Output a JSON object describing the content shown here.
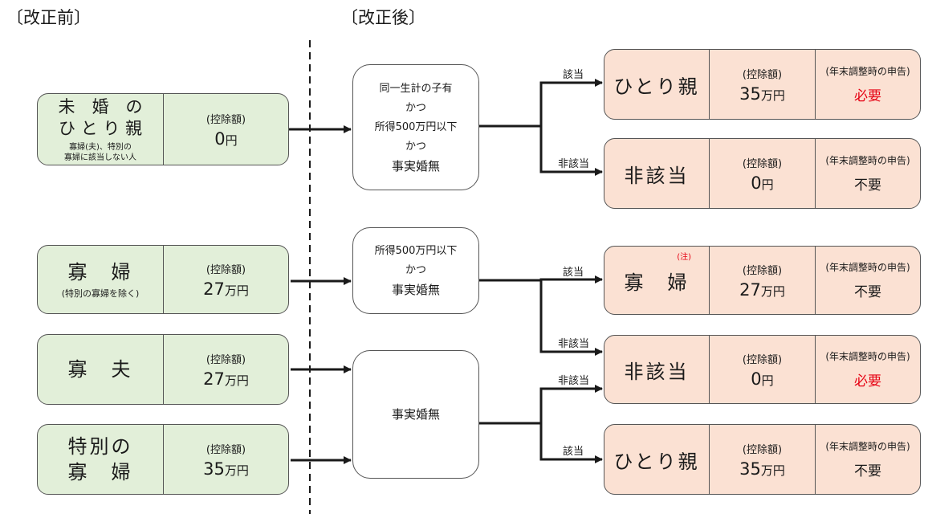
{
  "headers": {
    "before": "〔改正前〕",
    "after": "〔改正後〕"
  },
  "common": {
    "amount_label": "(控除額)",
    "decl_label": "(年末調整時の申告)",
    "unit": "円"
  },
  "before": [
    {
      "lines": [
        "未　婚　の",
        "ひ と り 親"
      ],
      "sub": [
        "寡婦(夫)、特別の",
        "寡婦に該当しない人"
      ],
      "amount": "0",
      "unit_prefix": ""
    },
    {
      "lines": [
        "寡　婦"
      ],
      "paren": "(特別の寡婦を除く)",
      "amount": "27",
      "unit_prefix": "万"
    },
    {
      "lines": [
        "寡　夫"
      ],
      "amount": "27",
      "unit_prefix": "万"
    },
    {
      "lines": [
        "特別の",
        "寡　婦"
      ],
      "amount": "35",
      "unit_prefix": "万"
    }
  ],
  "conditions": [
    {
      "lines": [
        "同一生計の子有",
        "かつ",
        "所得500万円以下",
        "かつ",
        "事実婚無"
      ]
    },
    {
      "lines": [
        "所得500万円以下",
        "かつ",
        "事実婚無"
      ]
    },
    {
      "lines": [
        "事実婚無"
      ]
    }
  ],
  "branch_labels": {
    "applies": "該当",
    "not_applies": "非該当"
  },
  "after": [
    {
      "name": "ひとり親",
      "amount": "35",
      "unit_prefix": "万",
      "decl": "必要",
      "decl_red": true
    },
    {
      "name": "非該当",
      "amount": "0",
      "unit_prefix": "",
      "decl": "不要",
      "decl_red": false
    },
    {
      "name": "寡　婦",
      "note": "(注)",
      "amount": "27",
      "unit_prefix": "万",
      "decl": "不要",
      "decl_red": false
    },
    {
      "name": "非該当",
      "amount": "0",
      "unit_prefix": "",
      "decl": "必要",
      "decl_red": true
    },
    {
      "name": "ひとり親",
      "amount": "35",
      "unit_prefix": "万",
      "decl": "不要",
      "decl_red": false
    }
  ],
  "colors": {
    "before_fill": "#e2efd9",
    "after_fill": "#fbe1d3",
    "required": "#e60012",
    "line": "#1a1a1a"
  }
}
